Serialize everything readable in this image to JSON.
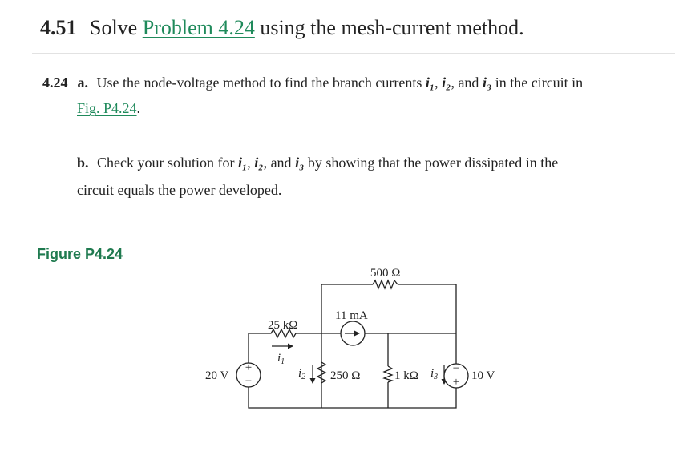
{
  "problem": {
    "number": "4.51",
    "text_before": "Solve",
    "link_text": "Problem 4.24",
    "text_after": "using the mesh-current method."
  },
  "problem_424": {
    "number": "4.24",
    "part_a": {
      "letter": "a.",
      "text_pre": "Use the node-voltage method to find the branch currents",
      "i1": "i₁",
      "sep1": ",",
      "i2": "i₂",
      "sep2": ", and",
      "i3": "i₃",
      "text_post": "in the circuit in",
      "fig_link": "Fig. P4.24",
      "end": "."
    },
    "part_b": {
      "letter": "b.",
      "text_pre": "Check your solution for",
      "i1": "i₁",
      "sep1": ",",
      "i2": "i₂",
      "sep2": ", and",
      "i3": "i₃",
      "text_post": "by showing that the power dissipated in the",
      "line2": "circuit equals the power developed."
    }
  },
  "figure": {
    "label": "Figure P4.24",
    "components": {
      "source_20v": "20 V",
      "r_25k": "25 kΩ",
      "current_i1": "i",
      "current_i1_sub": "1",
      "current_i2": "i",
      "current_i2_sub": "2",
      "r_250": "250 Ω",
      "source_11ma": "11 mA",
      "r_500": "500 Ω",
      "r_1k": "1 kΩ",
      "current_i3": "i",
      "current_i3_sub": "3",
      "source_10v": "10 V",
      "plus": "+",
      "minus": "−"
    }
  },
  "colors": {
    "link": "#1f8a5b",
    "figure_label": "#1f7a4f",
    "text": "#222222"
  }
}
